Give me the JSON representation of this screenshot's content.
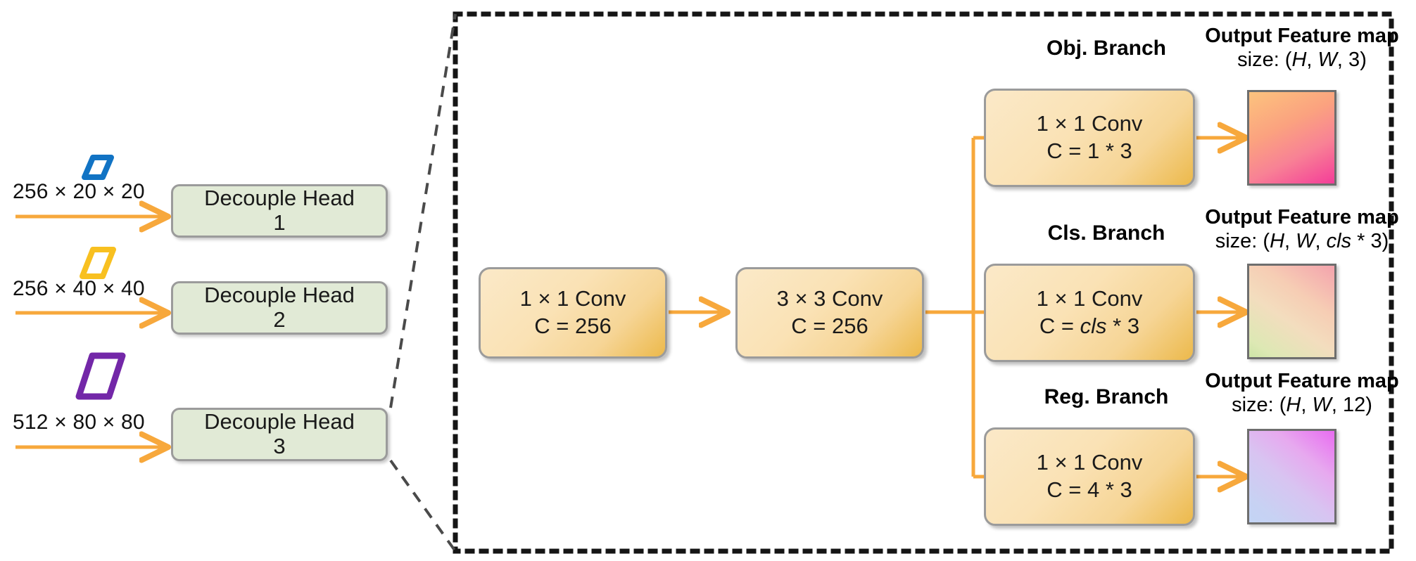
{
  "diagram": {
    "title": "Decoupled Head architecture",
    "accent_orange": "#f7a83c",
    "box_green": "#e1ead6",
    "box_border": "#9b9b9b"
  },
  "inputs": [
    {
      "label": "256 × 20 × 20",
      "marker": "parallelogram-blue",
      "marker_color": "#1173c4"
    },
    {
      "label": "256 × 40 × 40",
      "marker": "parallelogram-yellow",
      "marker_color": "#f8c020"
    },
    {
      "label": "512 × 80 × 80",
      "marker": "parallelogram-purple",
      "marker_color": "#7327a8"
    }
  ],
  "heads": [
    {
      "line1": "Decouple Head",
      "line2": "1"
    },
    {
      "line1": "Decouple Head",
      "line2": "2"
    },
    {
      "line1": "Decouple Head",
      "line2": "3"
    }
  ],
  "trunk": [
    {
      "line1": "1 × 1 Conv",
      "line2_pre": "C = 256",
      "line2_em": "",
      "line2_post": ""
    },
    {
      "line1": "3 × 3 Conv",
      "line2_pre": "C = 256",
      "line2_em": "",
      "line2_post": ""
    }
  ],
  "branches": [
    {
      "title": "Obj. Branch",
      "conv_line1": "1 × 1 Conv",
      "conv_pre": "C = 1 * 3",
      "conv_em": "",
      "conv_post": "",
      "fm_title": "Output Feature map",
      "fm_size_pre": "size: (",
      "fm_size_h": "H",
      "fm_size_sep1": ", ",
      "fm_size_w": "W",
      "fm_size_sep2": ", ",
      "fm_size_c": "3",
      "fm_size_post": ")",
      "fm_gradient": "orange-to-pink"
    },
    {
      "title": "Cls. Branch",
      "conv_line1": "1 × 1 Conv",
      "conv_pre": "C = ",
      "conv_em": "cls",
      "conv_post": " * 3",
      "fm_title": "Output Feature map",
      "fm_size_pre": "size: (",
      "fm_size_h": "H",
      "fm_size_sep1": ", ",
      "fm_size_w": "W",
      "fm_size_sep2": ", ",
      "fm_size_c": "cls",
      "fm_size_post": " * 3)",
      "fm_gradient": "pink-to-green"
    },
    {
      "title": "Reg. Branch",
      "conv_line1": "1 × 1 Conv",
      "conv_pre": "C = 4 * 3",
      "conv_em": "",
      "conv_post": "",
      "fm_title": "Output Feature map",
      "fm_size_pre": "size: (",
      "fm_size_h": "H",
      "fm_size_sep1": ", ",
      "fm_size_w": "W",
      "fm_size_sep2": ", ",
      "fm_size_c": "12",
      "fm_size_post": ")",
      "fm_gradient": "magenta-to-blue"
    }
  ]
}
